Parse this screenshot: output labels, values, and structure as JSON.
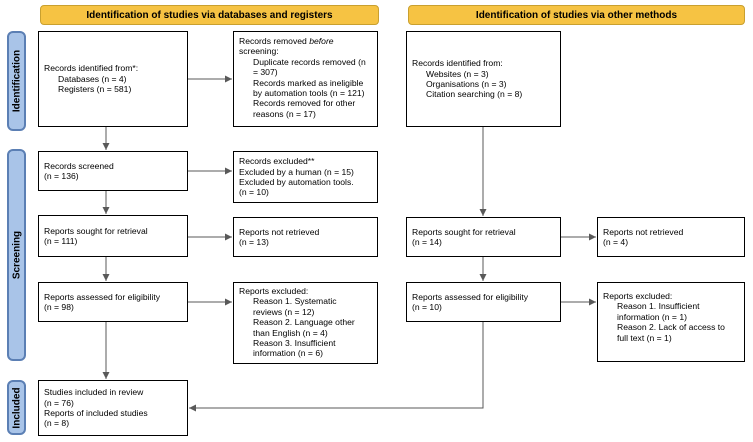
{
  "headers": {
    "databases": "Identification of studies via databases and registers",
    "other": "Identification of studies via other methods"
  },
  "phases": {
    "identification": "Identification",
    "screening": "Screening",
    "included": "Included"
  },
  "boxes": {
    "records_identified": {
      "line1": "Records identified from*:",
      "line2": "Databases (n = 4)",
      "line3": "Registers (n = 581)"
    },
    "records_removed": {
      "line1_pre": "Records removed ",
      "line1_em": "before",
      "line2": "screening:",
      "line3": "Duplicate records removed (n",
      "line4": "= 307)",
      "line5": "Records marked as ineligible",
      "line6": "by automation tools (n = 121)",
      "line7": "Records removed for other",
      "line8": "reasons (n = 17)"
    },
    "other_identified": {
      "line1": "Records identified from:",
      "line2": "Websites (n = 3)",
      "line3": "Organisations (n = 3)",
      "line4": "Citation searching (n = 8)"
    },
    "records_screened": {
      "line1": "Records screened",
      "line2": "(n = 136)"
    },
    "records_excluded": {
      "line1": "Records excluded**",
      "line2": "Excluded by a human (n = 15)",
      "line3": "Excluded by automation tools.",
      "line4": "(n = 10)"
    },
    "reports_sought": {
      "line1": "Reports sought for retrieval",
      "line2": "(n = 111)"
    },
    "not_retrieved": {
      "line1": "Reports not retrieved",
      "line2": "(n = 13)"
    },
    "reports_assessed": {
      "line1": "Reports assessed for eligibility",
      "line2": "(n = 98)"
    },
    "reports_excluded": {
      "line1": "Reports excluded:",
      "line2": "Reason 1. Systematic",
      "line3": "reviews (n = 12)",
      "line4": "Reason 2. Language other",
      "line5": "than English (n = 4)",
      "line6": "Reason 3. Insufficient",
      "line7": "information (n = 6)"
    },
    "other_sought": {
      "line1": "Reports sought for retrieval",
      "line2": "(n = 14)"
    },
    "other_not_retrieved": {
      "line1": "Reports not retrieved",
      "line2": "(n = 4)"
    },
    "other_assessed": {
      "line1": "Reports assessed for eligibility",
      "line2": "(n = 10)"
    },
    "other_excluded": {
      "line1": "Reports excluded:",
      "line2": "Reason 1. Insufficient",
      "line3": "information (n = 1)",
      "line4": "Reason 2. Lack of access to",
      "line5": "full text (n = 1)"
    },
    "included": {
      "line1": "Studies included in review",
      "line2": "(n = 76)",
      "line3": "Reports of included studies",
      "line4": "(n = 8)"
    }
  },
  "colors": {
    "header_fill": "#f6c343",
    "phase_fill": "#a9c4e8",
    "phase_border": "#5b7fb4",
    "arrow": "#595959"
  }
}
